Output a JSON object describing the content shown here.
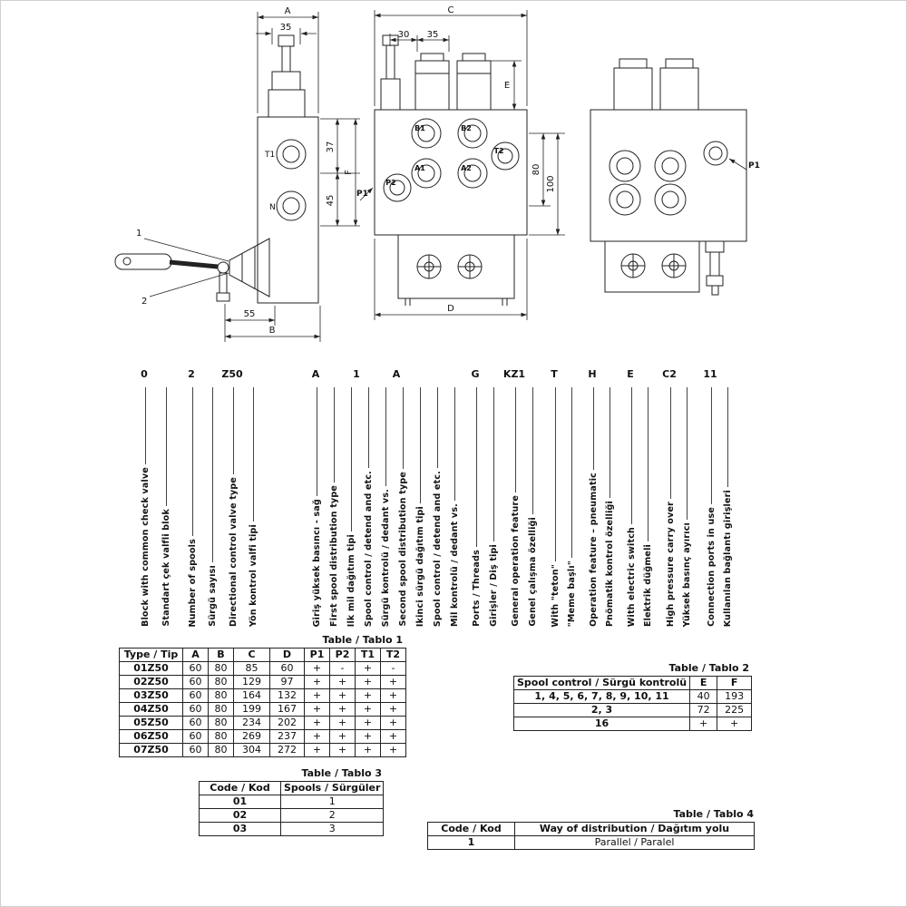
{
  "drawings": {
    "side_view": {
      "dim_a": "A",
      "dim_35": "35",
      "dim_37": "37",
      "dim_f": "F",
      "dim_45": "45",
      "dim_55": "55",
      "dim_b": "B",
      "port_t1": "T1",
      "port_n": "N",
      "callout_1": "1",
      "callout_2": "2"
    },
    "front_view": {
      "dim_c": "C",
      "dim_30": "30",
      "dim_35": "35",
      "dim_e": "E",
      "dim_80": "80",
      "dim_100": "100",
      "dim_d": "D",
      "port_b1": "B1",
      "port_b2": "B2",
      "port_t2": "T2",
      "port_a1": "A1",
      "port_a2": "A2",
      "port_p2": "P2",
      "port_p1": "P1"
    },
    "rear_view": {
      "port_p1": "P1"
    }
  },
  "part_code": {
    "codes": [
      "0",
      "2",
      "Z50",
      "A",
      "1",
      "A",
      "G",
      "KZ1",
      "T",
      "H",
      "E",
      "C2",
      "11"
    ],
    "labels": [
      "Block with common check valve",
      "Standart çek valfli blok",
      "Number of spools",
      "Sürgü sayısı",
      "Directional control valve type",
      "Yön kontrol valfi tipi",
      "Giriş yüksek basıncı - sağ",
      "First spool distribution type",
      "İlk mil dağıtım tipi",
      "Spool control / detend and etc.",
      "Sürgü kontrolü / dedant vs.",
      "Second spool distribution type",
      "İkinci sürgü dağıtım tipi",
      "Spool control / detend and etc.",
      "Mil kontrolü / dedant vs.",
      "Ports / Threads",
      "Girişler / Diş tipi",
      "General operation feature",
      "Genel çalışma özelliği",
      "With \"teton\"",
      "\"Meme başlı\"",
      "Operation feature – pneumatic",
      "Pnömatik kontrol özelliği",
      "With electric switch",
      "Elektrik düğmeli",
      "High pressure carry over",
      "Yüksek basınç ayırıcı",
      "Connection ports in use",
      "Kullanılan bağlantı girişleri"
    ]
  },
  "tables": {
    "t1": {
      "title": "Table / Tablo 1",
      "headers": [
        "Type / Tip",
        "A",
        "B",
        "C",
        "D",
        "P1",
        "P2",
        "T1",
        "T2"
      ],
      "rows": [
        [
          "01Z50",
          "60",
          "80",
          "85",
          "60",
          "+",
          "-",
          "+",
          "-"
        ],
        [
          "02Z50",
          "60",
          "80",
          "129",
          "97",
          "+",
          "+",
          "+",
          "+"
        ],
        [
          "03Z50",
          "60",
          "80",
          "164",
          "132",
          "+",
          "+",
          "+",
          "+"
        ],
        [
          "04Z50",
          "60",
          "80",
          "199",
          "167",
          "+",
          "+",
          "+",
          "+"
        ],
        [
          "05Z50",
          "60",
          "80",
          "234",
          "202",
          "+",
          "+",
          "+",
          "+"
        ],
        [
          "06Z50",
          "60",
          "80",
          "269",
          "237",
          "+",
          "+",
          "+",
          "+"
        ],
        [
          "07Z50",
          "60",
          "80",
          "304",
          "272",
          "+",
          "+",
          "+",
          "+"
        ]
      ]
    },
    "t2": {
      "title": "Table / Tablo 2",
      "headers": [
        "Spool control / Sürgü kontrolü",
        "E",
        "F"
      ],
      "rows": [
        [
          "1, 4, 5, 6, 7, 8, 9, 10, 11",
          "40",
          "193"
        ],
        [
          "2, 3",
          "72",
          "225"
        ],
        [
          "16",
          "+",
          "+"
        ]
      ]
    },
    "t3": {
      "title": "Table / Tablo 3",
      "headers": [
        "Code / Kod",
        "Spools / Sürgüler"
      ],
      "rows": [
        [
          "01",
          "1"
        ],
        [
          "02",
          "2"
        ],
        [
          "03",
          "3"
        ]
      ]
    },
    "t4": {
      "title": "Table / Tablo 4",
      "headers": [
        "Code / Kod",
        "Way of distribution / Dağıtım yolu"
      ],
      "rows": [
        [
          "1",
          "Parallel / Paralel"
        ]
      ]
    }
  }
}
